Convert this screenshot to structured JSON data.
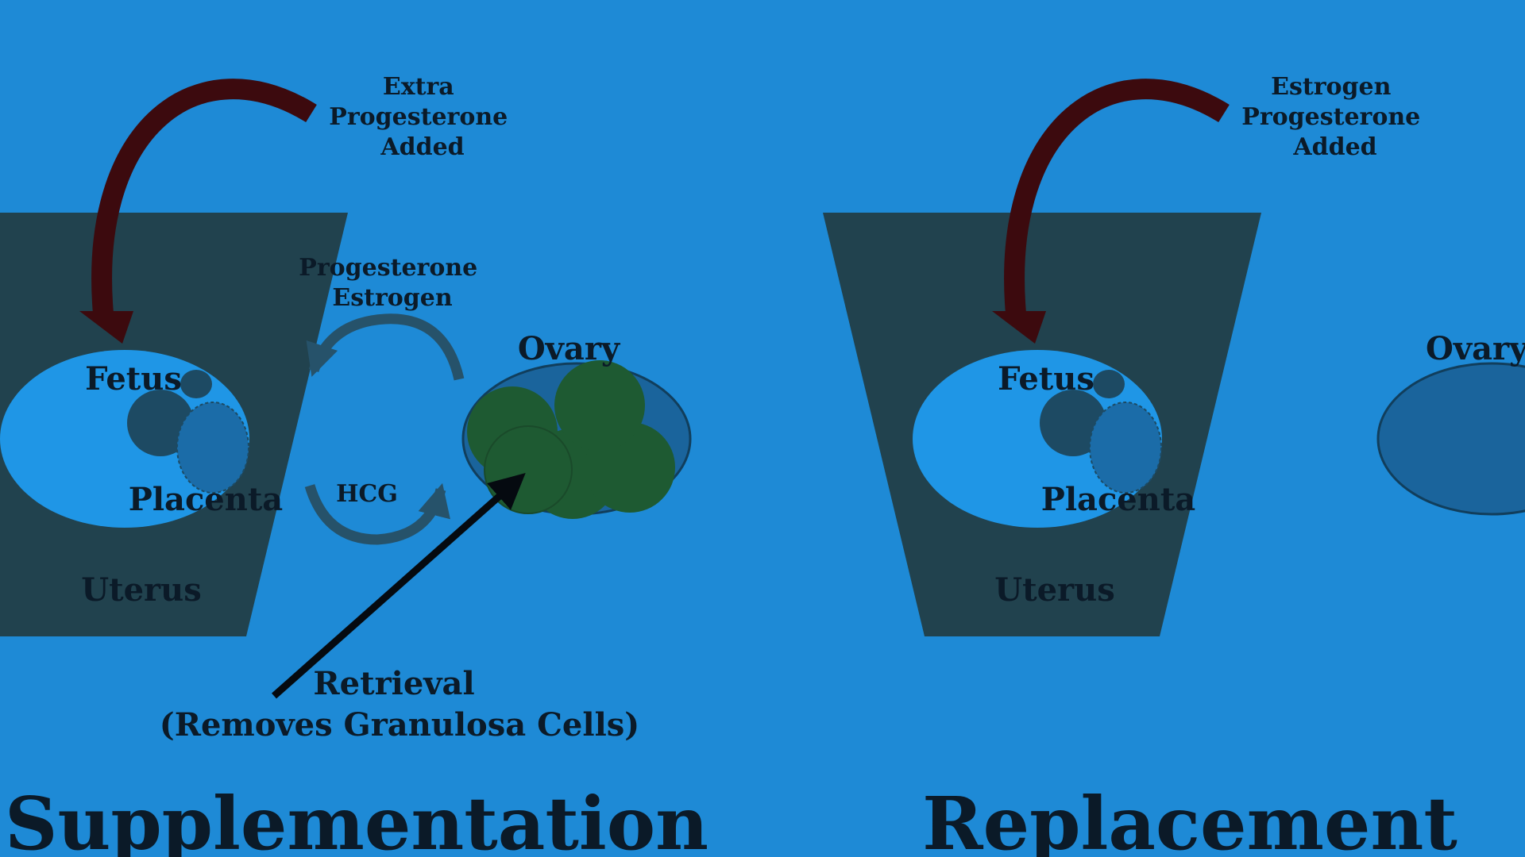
{
  "background_color": "#1e8ad6",
  "colors": {
    "uterus": "#21424e",
    "sac": "#1f96e6",
    "fetus_head": "#1d4a63",
    "placenta": "#1b6ca8",
    "ovary": "#1a649c",
    "follicles": "#1e5a32",
    "external_arrow": "#3c0a0e",
    "cycle_arrow": "#26526a",
    "retrieval_arrow": "#050a10",
    "label_text": "#0b1a28"
  },
  "panels": {
    "supplementation": {
      "title": "Supplementation",
      "added_label": [
        "Extra",
        "Progesterone",
        "Added"
      ],
      "uterus_label": "Uterus",
      "fetus_label": "Fetus",
      "placenta_label": "Placenta",
      "ovary_label": "Ovary",
      "hormones_to_uterus_label": [
        "Progesterone",
        "Estrogen"
      ],
      "hcg_label": "HCG",
      "retrieval_label": [
        "Retrieval",
        "(Removes Granulosa Cells)"
      ]
    },
    "replacement": {
      "title": "Replacement",
      "added_label": [
        "Estrogen",
        "Progesterone",
        "Added"
      ],
      "uterus_label": "Uterus",
      "fetus_label": "Fetus",
      "placenta_label": "Placenta",
      "ovary_label": "Ovary"
    }
  }
}
